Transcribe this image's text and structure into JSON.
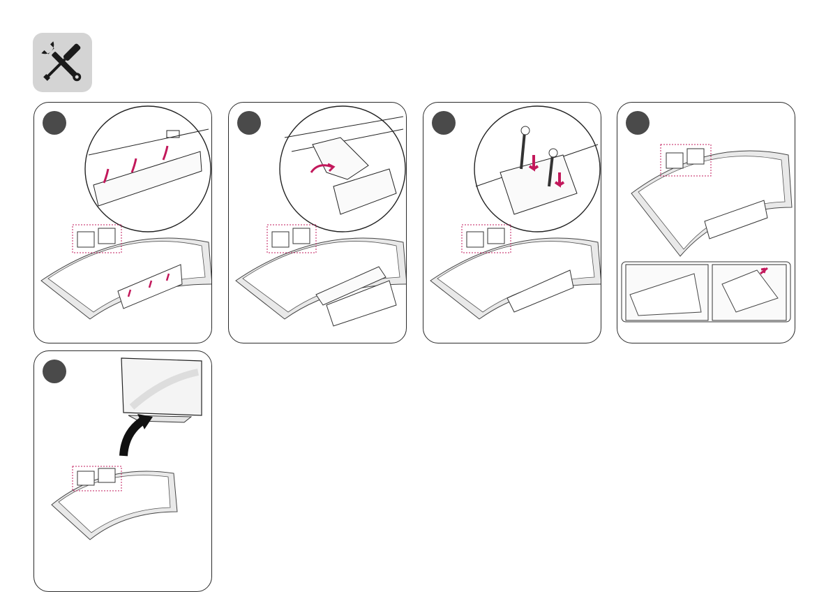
{
  "manual_page": {
    "tools_icon": "screwdriver-wrench-icon",
    "accent_color": "#c2185b",
    "steps": [
      {
        "marker": "step-marker-1",
        "scene": "flip-open-stand-cover"
      },
      {
        "marker": "step-marker-2",
        "scene": "lift-stand-bracket"
      },
      {
        "marker": "step-marker-3",
        "scene": "fasten-screws"
      },
      {
        "marker": "step-marker-4",
        "scene": "attach-stand-detail"
      },
      {
        "marker": "step-marker-5",
        "scene": "stand-tv-upright"
      }
    ]
  }
}
